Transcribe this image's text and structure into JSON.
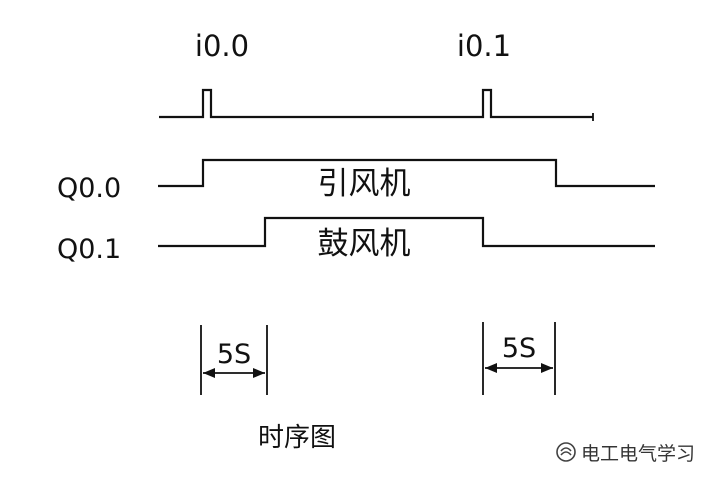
{
  "inputs": {
    "i0_0": "i0.0",
    "i0_1": "i0.1"
  },
  "outputs": {
    "q0_0": {
      "label": "Q0.0",
      "name": "引风机"
    },
    "q0_1": {
      "label": "Q0.1",
      "name": "鼓风机"
    }
  },
  "delays": {
    "start_delay": "5S",
    "stop_delay": "5S"
  },
  "caption": "时序图",
  "watermark": {
    "text": "电工电气学习"
  }
}
